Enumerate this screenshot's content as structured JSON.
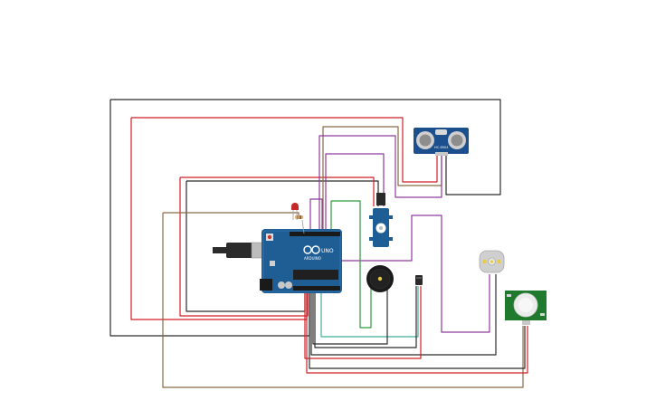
{
  "canvas": {
    "background": "#ffffff"
  },
  "colors": {
    "wire_black": "#2b2b2b",
    "wire_red": "#d21f26",
    "wire_brown": "#8a6a45",
    "wire_purple": "#8e3a9d",
    "wire_green": "#2e9a3c",
    "wire_teal": "#3fae9a",
    "board_blue": "#1f5e95",
    "sensor_blue": "#1c4f8e",
    "pir_green": "#1f7a2d"
  },
  "components": {
    "arduino": {
      "logo_text": "UNO",
      "brand_text": "ARDUINO",
      "icon": "arduino-infinity-icon"
    },
    "ultrasonic": {
      "label_text": "HC-SR04"
    },
    "servo": {
      "icon": "servo-motor-icon"
    },
    "buzzer": {
      "icon": "piezo-buzzer-icon"
    },
    "led": {
      "icon": "red-led-icon"
    },
    "resistor": {
      "icon": "resistor-icon"
    },
    "temp_sensor": {
      "icon": "temperature-sensor-icon"
    },
    "dc_motor": {
      "icon": "dc-motor-icon"
    },
    "pir": {
      "icon": "pir-sensor-icon"
    },
    "usb": {
      "icon": "usb-cable-icon"
    }
  }
}
